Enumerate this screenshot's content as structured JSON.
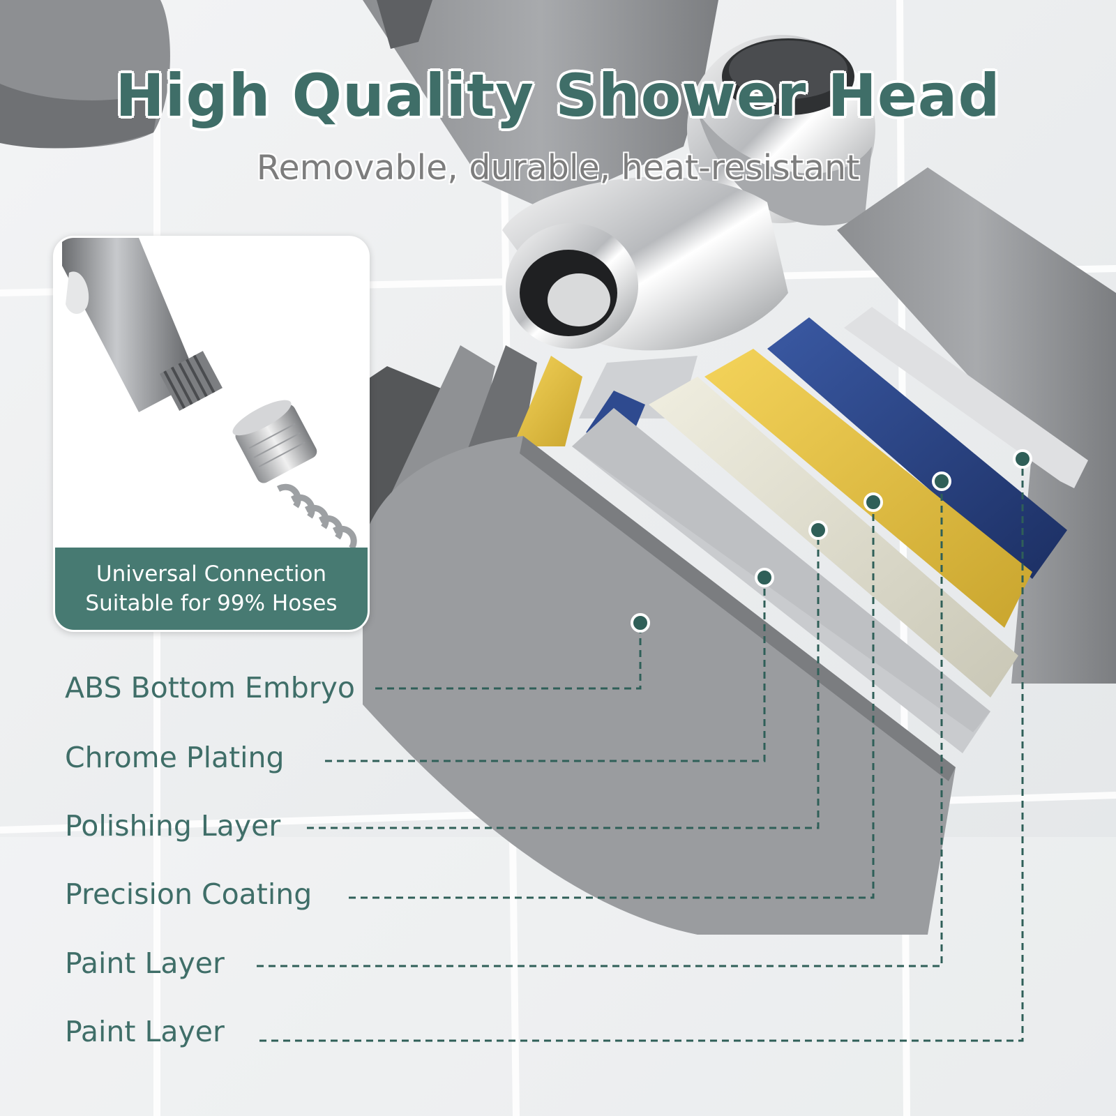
{
  "headline": "High Quality Shower Head",
  "subline": "Removable, durable, heat-resistant",
  "inset": {
    "line1": "Universal Connection",
    "line2": "Suitable for 99% Hoses"
  },
  "layers": [
    {
      "label": "ABS Bottom Embryo"
    },
    {
      "label": "Chrome Plating"
    },
    {
      "label": "Polishing Layer"
    },
    {
      "label": "Precision Coating"
    },
    {
      "label": "Paint Layer"
    },
    {
      "label": "Paint Layer"
    }
  ],
  "colors": {
    "brand_teal": "#3f6e68",
    "banner_teal": "#477a72",
    "callout_dot": "#2f5f58",
    "subtitle_gray": "#7d7d7d"
  },
  "icons": [
    "shower-handle-cutaway",
    "hose-connector"
  ]
}
